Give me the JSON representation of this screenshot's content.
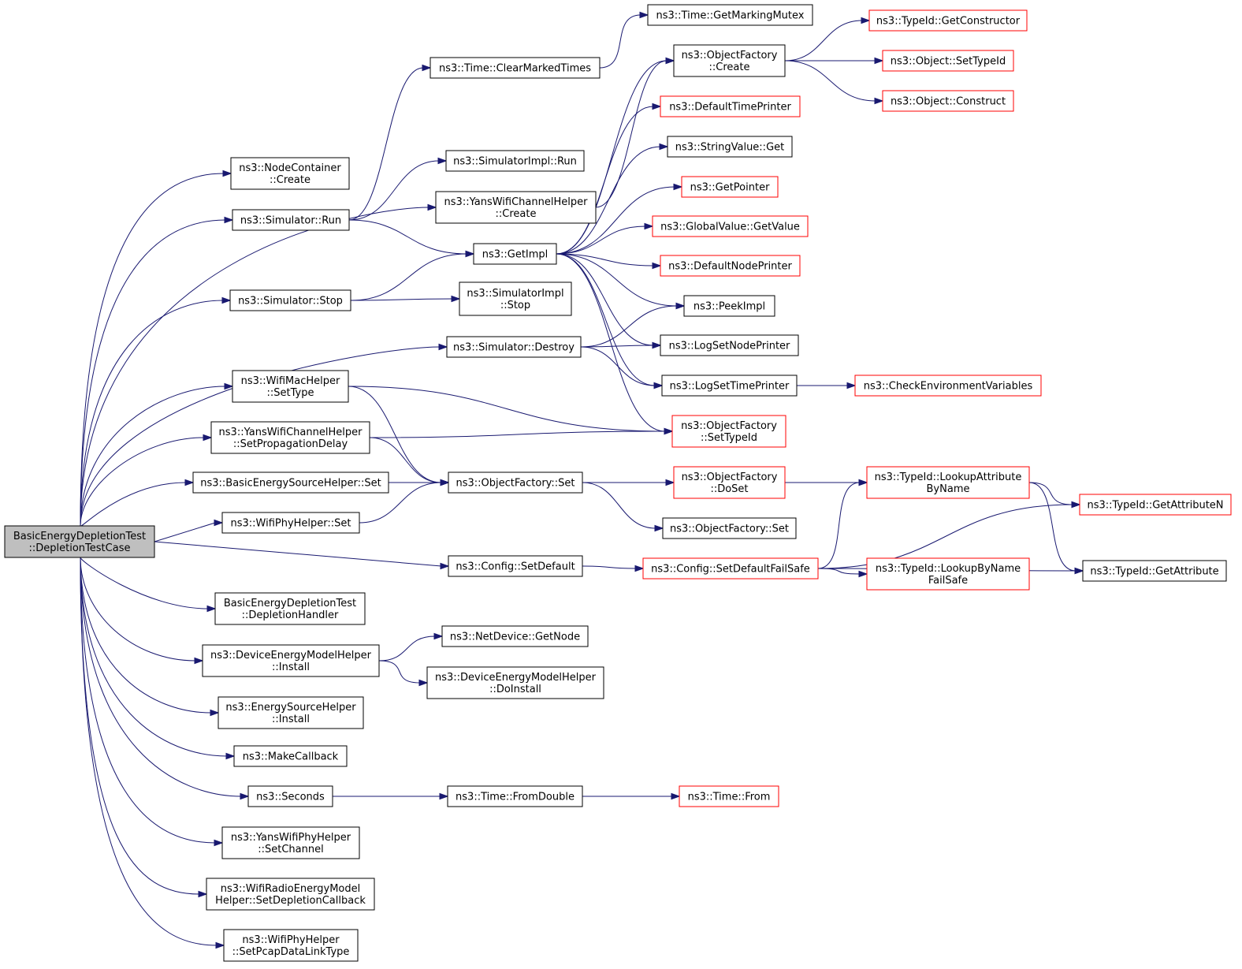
{
  "colors": {
    "edge": "#191970",
    "node_border": "#000000",
    "truncated_border": "#ff0000",
    "root_fill": "#bfbfbf"
  },
  "nodes": {
    "root": {
      "lines": [
        "BasicEnergyDepletionTest",
        "::DepletionTestCase"
      ],
      "style": "root"
    },
    "nc_create": {
      "lines": [
        "ns3::NodeContainer",
        "::Create"
      ],
      "style": "normal"
    },
    "sim_run": {
      "lines": [
        "ns3::Simulator::Run"
      ],
      "style": "normal"
    },
    "ywch_create": {
      "lines": [
        "ns3::YansWifiChannelHelper",
        "::Create"
      ],
      "style": "normal"
    },
    "sim_stop": {
      "lines": [
        "ns3::Simulator::Stop"
      ],
      "style": "normal"
    },
    "sim_destroy": {
      "lines": [
        "ns3::Simulator::Destroy"
      ],
      "style": "normal"
    },
    "wmh_settype": {
      "lines": [
        "ns3::WifiMacHelper",
        "::SetType"
      ],
      "style": "normal"
    },
    "ywch_setprop": {
      "lines": [
        "ns3::YansWifiChannelHelper",
        "::SetPropagationDelay"
      ],
      "style": "normal"
    },
    "besh_set": {
      "lines": [
        "ns3::BasicEnergySourceHelper::Set"
      ],
      "style": "normal"
    },
    "wph_set": {
      "lines": [
        "ns3::WifiPhyHelper::Set"
      ],
      "style": "normal"
    },
    "cfg_setdef": {
      "lines": [
        "ns3::Config::SetDefault"
      ],
      "style": "normal"
    },
    "bedt_handler": {
      "lines": [
        "BasicEnergyDepletionTest",
        "::DepletionHandler"
      ],
      "style": "normal"
    },
    "demh_install": {
      "lines": [
        "ns3::DeviceEnergyModelHelper",
        "::Install"
      ],
      "style": "normal"
    },
    "esh_install": {
      "lines": [
        "ns3::EnergySourceHelper",
        "::Install"
      ],
      "style": "normal"
    },
    "makecb": {
      "lines": [
        "ns3::MakeCallback"
      ],
      "style": "normal"
    },
    "seconds": {
      "lines": [
        "ns3::Seconds"
      ],
      "style": "normal"
    },
    "ywph_setch": {
      "lines": [
        "ns3::YansWifiPhyHelper",
        "::SetChannel"
      ],
      "style": "normal"
    },
    "wremh_setcb": {
      "lines": [
        "ns3::WifiRadioEnergyModel",
        "Helper::SetDepletionCallback"
      ],
      "style": "normal"
    },
    "wph_pcap": {
      "lines": [
        "ns3::WifiPhyHelper",
        "::SetPcapDataLinkType"
      ],
      "style": "normal"
    },
    "time_clear": {
      "lines": [
        "ns3::Time::ClearMarkedTimes"
      ],
      "style": "normal"
    },
    "simimpl_run": {
      "lines": [
        "ns3::SimulatorImpl::Run"
      ],
      "style": "normal"
    },
    "getimpl": {
      "lines": [
        "ns3::GetImpl"
      ],
      "style": "normal"
    },
    "simimpl_stop": {
      "lines": [
        "ns3::SimulatorImpl",
        "::Stop"
      ],
      "style": "normal"
    },
    "of_set": {
      "lines": [
        "ns3::ObjectFactory::Set"
      ],
      "style": "normal"
    },
    "netdev_getnode": {
      "lines": [
        "ns3::NetDevice::GetNode"
      ],
      "style": "normal"
    },
    "demh_doinstall": {
      "lines": [
        "ns3::DeviceEnergyModelHelper",
        "::DoInstall"
      ],
      "style": "normal"
    },
    "time_fromdouble": {
      "lines": [
        "ns3::Time::FromDouble"
      ],
      "style": "normal"
    },
    "time_markmutex": {
      "lines": [
        "ns3::Time::GetMarkingMutex"
      ],
      "style": "normal"
    },
    "of_create": {
      "lines": [
        "ns3::ObjectFactory",
        "::Create"
      ],
      "style": "normal"
    },
    "def_timeprinter": {
      "lines": [
        "ns3::DefaultTimePrinter"
      ],
      "style": "red"
    },
    "sv_get": {
      "lines": [
        "ns3::StringValue::Get"
      ],
      "style": "normal"
    },
    "getpointer": {
      "lines": [
        "ns3::GetPointer"
      ],
      "style": "red"
    },
    "gv_getvalue": {
      "lines": [
        "ns3::GlobalValue::GetValue"
      ],
      "style": "red"
    },
    "def_nodeprinter": {
      "lines": [
        "ns3::DefaultNodePrinter"
      ],
      "style": "red"
    },
    "peekimpl": {
      "lines": [
        "ns3::PeekImpl"
      ],
      "style": "normal"
    },
    "log_nodeprinter": {
      "lines": [
        "ns3::LogSetNodePrinter"
      ],
      "style": "normal"
    },
    "log_timeprinter": {
      "lines": [
        "ns3::LogSetTimePrinter"
      ],
      "style": "normal"
    },
    "of_settypeid": {
      "lines": [
        "ns3::ObjectFactory",
        "::SetTypeId"
      ],
      "style": "red"
    },
    "of_doset": {
      "lines": [
        "ns3::ObjectFactory",
        "::DoSet"
      ],
      "style": "red"
    },
    "of_set2": {
      "lines": [
        "ns3::ObjectFactory::Set"
      ],
      "style": "normal"
    },
    "cfg_setdeffs": {
      "lines": [
        "ns3::Config::SetDefaultFailSafe"
      ],
      "style": "red"
    },
    "time_from": {
      "lines": [
        "ns3::Time::From"
      ],
      "style": "red"
    },
    "tid_getctor": {
      "lines": [
        "ns3::TypeId::GetConstructor"
      ],
      "style": "red"
    },
    "obj_settypeid": {
      "lines": [
        "ns3::Object::SetTypeId"
      ],
      "style": "red"
    },
    "obj_construct": {
      "lines": [
        "ns3::Object::Construct"
      ],
      "style": "red"
    },
    "checkenv": {
      "lines": [
        "ns3::CheckEnvironmentVariables"
      ],
      "style": "red"
    },
    "tid_lookupattr": {
      "lines": [
        "ns3::TypeId::LookupAttribute",
        "ByName"
      ],
      "style": "red"
    },
    "tid_lookupname": {
      "lines": [
        "ns3::TypeId::LookupByName",
        "FailSafe"
      ],
      "style": "red"
    },
    "tid_getattrn": {
      "lines": [
        "ns3::TypeId::GetAttributeN"
      ],
      "style": "red"
    },
    "tid_getattr": {
      "lines": [
        "ns3::TypeId::GetAttribute"
      ],
      "style": "normal"
    }
  },
  "edges": [
    [
      "root",
      "nc_create"
    ],
    [
      "root",
      "sim_run"
    ],
    [
      "root",
      "ywch_create"
    ],
    [
      "root",
      "sim_stop"
    ],
    [
      "root",
      "sim_destroy"
    ],
    [
      "root",
      "wmh_settype"
    ],
    [
      "root",
      "ywch_setprop"
    ],
    [
      "root",
      "besh_set"
    ],
    [
      "root",
      "wph_set"
    ],
    [
      "root",
      "cfg_setdef"
    ],
    [
      "root",
      "bedt_handler"
    ],
    [
      "root",
      "demh_install"
    ],
    [
      "root",
      "esh_install"
    ],
    [
      "root",
      "makecb"
    ],
    [
      "root",
      "seconds"
    ],
    [
      "root",
      "ywph_setch"
    ],
    [
      "root",
      "wremh_setcb"
    ],
    [
      "root",
      "wph_pcap"
    ],
    [
      "sim_run",
      "time_clear"
    ],
    [
      "sim_run",
      "simimpl_run"
    ],
    [
      "sim_run",
      "getimpl"
    ],
    [
      "time_clear",
      "time_markmutex"
    ],
    [
      "ywch_create",
      "of_create"
    ],
    [
      "sim_stop",
      "getimpl"
    ],
    [
      "sim_stop",
      "simimpl_stop"
    ],
    [
      "sim_destroy",
      "peekimpl"
    ],
    [
      "sim_destroy",
      "log_nodeprinter"
    ],
    [
      "sim_destroy",
      "log_timeprinter"
    ],
    [
      "wmh_settype",
      "of_settypeid"
    ],
    [
      "wmh_settype",
      "of_set"
    ],
    [
      "ywch_setprop",
      "of_settypeid"
    ],
    [
      "ywch_setprop",
      "of_set"
    ],
    [
      "besh_set",
      "of_set"
    ],
    [
      "wph_set",
      "of_set"
    ],
    [
      "getimpl",
      "of_create"
    ],
    [
      "getimpl",
      "def_timeprinter"
    ],
    [
      "getimpl",
      "sv_get"
    ],
    [
      "getimpl",
      "getpointer"
    ],
    [
      "getimpl",
      "gv_getvalue"
    ],
    [
      "getimpl",
      "def_nodeprinter"
    ],
    [
      "getimpl",
      "peekimpl"
    ],
    [
      "getimpl",
      "log_nodeprinter"
    ],
    [
      "getimpl",
      "log_timeprinter"
    ],
    [
      "getimpl",
      "of_settypeid"
    ],
    [
      "of_create",
      "tid_getctor"
    ],
    [
      "of_create",
      "obj_settypeid"
    ],
    [
      "of_create",
      "obj_construct"
    ],
    [
      "log_timeprinter",
      "checkenv"
    ],
    [
      "of_set",
      "of_doset"
    ],
    [
      "of_set",
      "of_set2"
    ],
    [
      "of_doset",
      "tid_lookupattr"
    ],
    [
      "cfg_setdef",
      "cfg_setdeffs"
    ],
    [
      "cfg_setdeffs",
      "tid_lookupattr"
    ],
    [
      "cfg_setdeffs",
      "tid_getattrn"
    ],
    [
      "cfg_setdeffs",
      "tid_lookupname"
    ],
    [
      "cfg_setdeffs",
      "tid_getattr"
    ],
    [
      "tid_lookupattr",
      "tid_getattrn"
    ],
    [
      "tid_lookupattr",
      "tid_getattr"
    ],
    [
      "demh_install",
      "netdev_getnode"
    ],
    [
      "demh_install",
      "demh_doinstall"
    ],
    [
      "seconds",
      "time_fromdouble"
    ],
    [
      "time_fromdouble",
      "time_from"
    ]
  ]
}
